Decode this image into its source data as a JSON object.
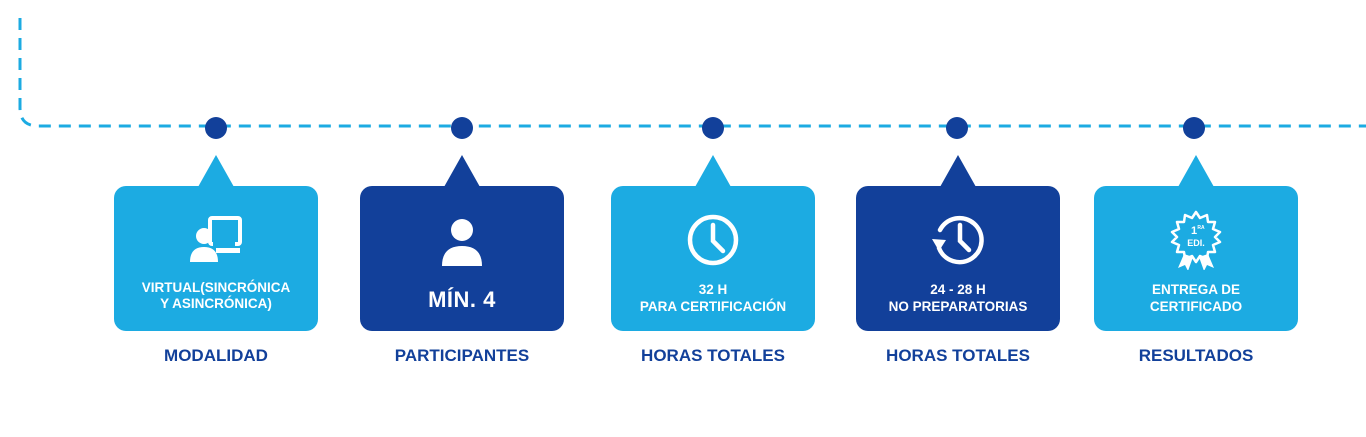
{
  "colors": {
    "light": "#1cabe2",
    "dark": "#12409a",
    "dots": "#12409a",
    "dash": "#1cabe2"
  },
  "cards": [
    {
      "icon": "virtual-class-icon",
      "line1": "VIRTUAL(SINCRÓNICA",
      "line2": "Y ASINCRÓNICA)",
      "label": "MODALIDAD"
    },
    {
      "icon": "user-icon",
      "big": "MÍN. 4",
      "label": "PARTICIPANTES"
    },
    {
      "icon": "clock-icon",
      "line1": "32 H",
      "line2": "PARA CERTIFICACIÓN",
      "label": "HORAS TOTALES"
    },
    {
      "icon": "history-clock-icon",
      "line1": "24 - 28 H",
      "line2": "NO PREPARATORIAS",
      "label": "HORAS TOTALES"
    },
    {
      "icon": "certificate-badge-icon",
      "badge_top": "1",
      "badge_sup": "RA",
      "badge_bottom": "EDI.",
      "line1": "ENTREGA DE",
      "line2": "CERTIFICADO",
      "label": "RESULTADOS"
    }
  ]
}
